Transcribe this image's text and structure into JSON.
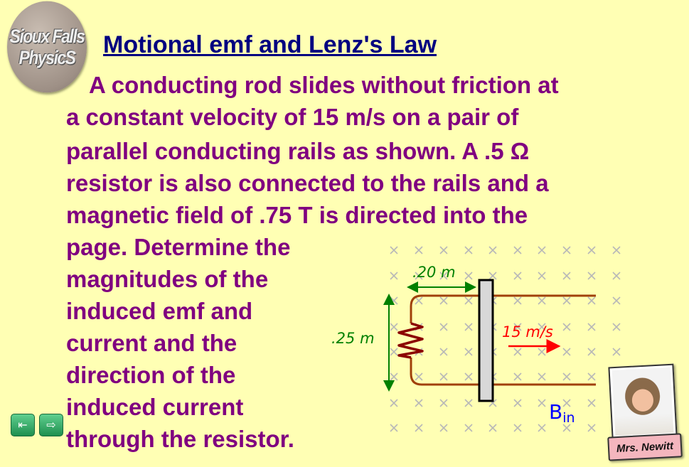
{
  "logo": {
    "line1": "Sioux Falls",
    "line2": "PhysicS"
  },
  "title": "Motional emf and Lenz's Law",
  "body_lines": [
    "A conducting rod slides without friction at",
    "a constant velocity of 15 m/s on a pair of",
    "parallel conducting rails as shown.  A .5 Ω",
    "resistor is also connected to the rails and a",
    "magnetic field of .75 T is directed into the",
    "page.  Determine the",
    "magnitudes of the",
    "induced emf and",
    "current and the",
    "direction of the",
    "induced current",
    "through the resistor."
  ],
  "diagram": {
    "width_label": ".20 m",
    "height_label": ".25 m",
    "velocity_label": "15 m/s",
    "field_label": "B",
    "field_subscript": "in",
    "colors": {
      "rail": "#a0400a",
      "resistor": "#8b0000",
      "dimension": "#008000",
      "velocity": "#ff0000",
      "field": "#0000ff",
      "x_mark": "#b8b8b8"
    }
  },
  "teacher": {
    "name": "Mrs. Newitt"
  },
  "nav": {
    "prev_icon": "previous-slide-icon",
    "next_icon": "next-slide-icon",
    "prev": "⇤",
    "next": "⇨"
  }
}
